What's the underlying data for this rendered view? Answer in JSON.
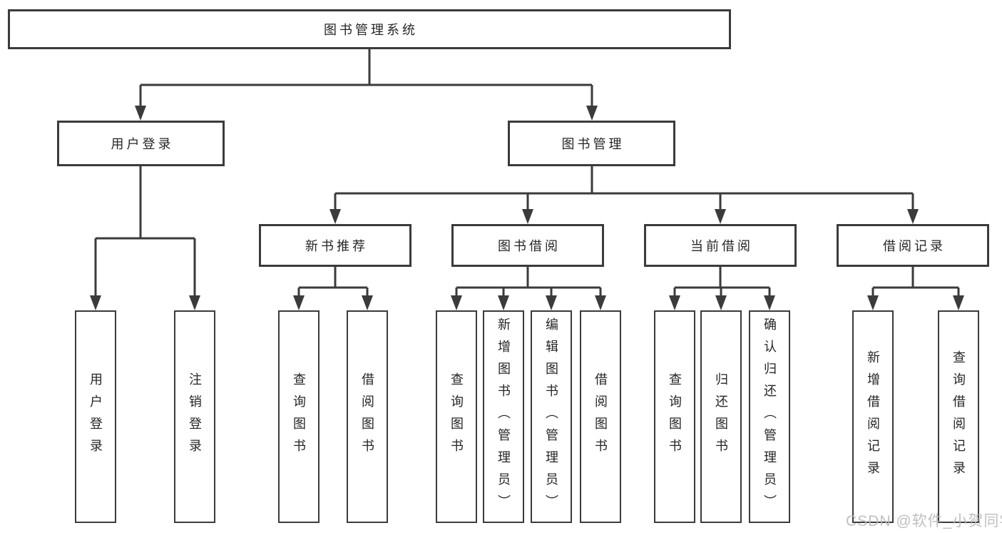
{
  "diagram": {
    "root": {
      "label": "图书管理系统"
    },
    "branches": [
      {
        "label": "用户登录",
        "children": [
          {
            "label": "用户登录"
          },
          {
            "label": "注销登录"
          }
        ]
      },
      {
        "label": "图书管理",
        "groups": [
          {
            "label": "新书推荐",
            "children": [
              {
                "label": "查询图书"
              },
              {
                "label": "借阅图书"
              }
            ]
          },
          {
            "label": "图书借阅",
            "children": [
              {
                "label": "查询图书"
              },
              {
                "label": "新增图书（管理员）"
              },
              {
                "label": "编辑图书（管理员）"
              },
              {
                "label": "借阅图书"
              }
            ]
          },
          {
            "label": "当前借阅",
            "children": [
              {
                "label": "查询图书"
              },
              {
                "label": "归还图书"
              },
              {
                "label": "确认归还（管理员）"
              }
            ]
          },
          {
            "label": "借阅记录",
            "children": [
              {
                "label": "新增借阅记录"
              },
              {
                "label": "查询借阅记录"
              }
            ]
          }
        ]
      }
    ],
    "watermark": "CSDN @软件_小贺同学",
    "colors": {
      "line": "#3b3b3b",
      "text": "#262626",
      "box_background": "#ffffff",
      "page_background": "#ffffff",
      "watermark": "#b9b9b9"
    }
  }
}
